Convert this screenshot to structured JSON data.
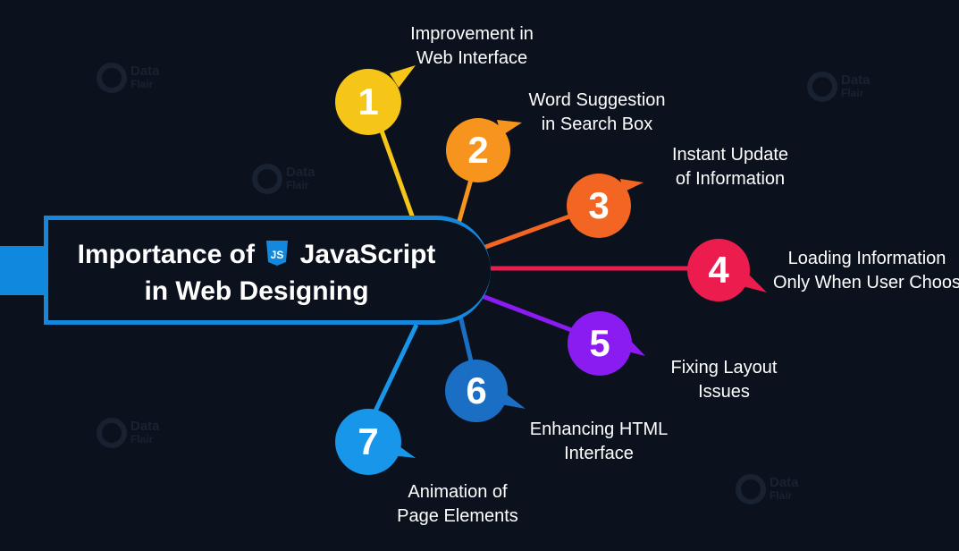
{
  "title": {
    "line1_prefix": "Importance of",
    "line1_suffix": "JavaScript",
    "line2": "in Web Designing",
    "badge_text": "JS"
  },
  "watermark": {
    "line1": "Data",
    "line2": "Flair"
  },
  "colors": {
    "background": "#0b111d",
    "box_border": "#1488dc",
    "node1": "#f5c518",
    "node2": "#f7941d",
    "node3": "#f26522",
    "node4": "#ed1c4f",
    "node5": "#8a1cf2",
    "node6": "#1a6fc4",
    "node7": "#1796ea"
  },
  "nodes": [
    {
      "number": "1",
      "label_line1": "Improvement in",
      "label_line2": "Web Interface",
      "icon": "bubble-circle",
      "color": "#f5c518"
    },
    {
      "number": "2",
      "label_line1": "Word Suggestion",
      "label_line2": "in Search Box",
      "icon": "bubble-circle",
      "color": "#f7941d"
    },
    {
      "number": "3",
      "label_line1": "Instant Update",
      "label_line2": "of Information",
      "icon": "bubble-circle",
      "color": "#f26522"
    },
    {
      "number": "4",
      "label_line1": "Loading Information",
      "label_line2": "Only When User Choos",
      "icon": "bubble-circle",
      "color": "#ed1c4f"
    },
    {
      "number": "5",
      "label_line1": "Fixing Layout",
      "label_line2": "Issues",
      "icon": "bubble-circle",
      "color": "#8a1cf2"
    },
    {
      "number": "6",
      "label_line1": "Enhancing HTML",
      "label_line2": "Interface",
      "icon": "bubble-circle",
      "color": "#1a6fc4"
    },
    {
      "number": "7",
      "label_line1": "Animation of",
      "label_line2": "Page Elements",
      "icon": "bubble-circle",
      "color": "#1796ea"
    }
  ]
}
